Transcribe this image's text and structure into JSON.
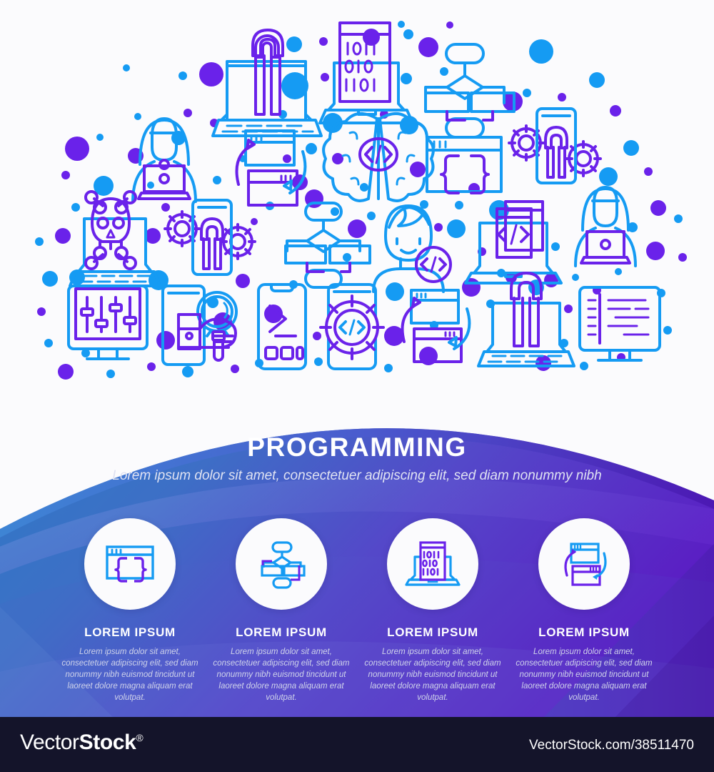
{
  "hero": {
    "title": "PROGRAMMING",
    "subtitle": "Lorem ipsum dolor sit amet, consectetuer adipiscing elit, sed diam nonummy nibh"
  },
  "features": [
    {
      "icon": "browser-curly-braces-icon",
      "title": "LOREM IPSUM",
      "text": "Lorem ipsum dolor sit amet, consectetuer adipiscing elit, sed diam nonummy nibh euismod tincidunt ut laoreet dolore magna aliquam erat volutpat."
    },
    {
      "icon": "flowchart-icon",
      "title": "LOREM IPSUM",
      "text": "Lorem ipsum dolor sit amet, consectetuer adipiscing elit, sed diam nonummy nibh euismod tincidunt ut laoreet dolore magna aliquam erat volutpat."
    },
    {
      "icon": "laptop-binary-code-icon",
      "title": "LOREM IPSUM",
      "text": "Lorem ipsum dolor sit amet, consectetuer adipiscing elit, sed diam nonummy nibh euismod tincidunt ut laoreet dolore magna aliquam erat volutpat."
    },
    {
      "icon": "windows-sync-refactor-icon",
      "title": "LOREM IPSUM",
      "text": "Lorem ipsum dolor sit amet, consectetuer adipiscing elit, sed diam nonummy nibh euismod tincidunt ut laoreet dolore magna aliquam erat volutpat."
    }
  ],
  "footer": {
    "logo_light": "Vector",
    "logo_bold": "Stock",
    "logo_registered": "®",
    "url": "VectorStock.com/38511470"
  },
  "colors": {
    "blue": "#159bf3",
    "purple": "#6a22ea",
    "gradient_left": "#3b7ec9",
    "gradient_right": "#5522c8",
    "footer_bg": "#14142a",
    "page_bg": "#fbfbfd"
  },
  "cluster_icons": [
    "laptop-wrench-icon",
    "laptop-binary-code-icon",
    "flowchart-icon",
    "hacker-laptop-icon",
    "windows-sync-icon",
    "brain-code-icon",
    "browser-curly-braces-icon",
    "phone-wrench-gears-icon",
    "laptop-skull-virus-icon",
    "phone-wrench-gear-icon",
    "flowchart-small-icon",
    "programmer-avatar-code-icon",
    "laptop-code-books-icon",
    "hacker-laptop-icon",
    "monitor-sliders-icon",
    "phone-hand-magnifier-icon",
    "phone-terminal-icon",
    "phone-gear-code-icon",
    "windows-sync-icon",
    "laptop-wrench-icon",
    "monitor-code-lines-icon"
  ]
}
